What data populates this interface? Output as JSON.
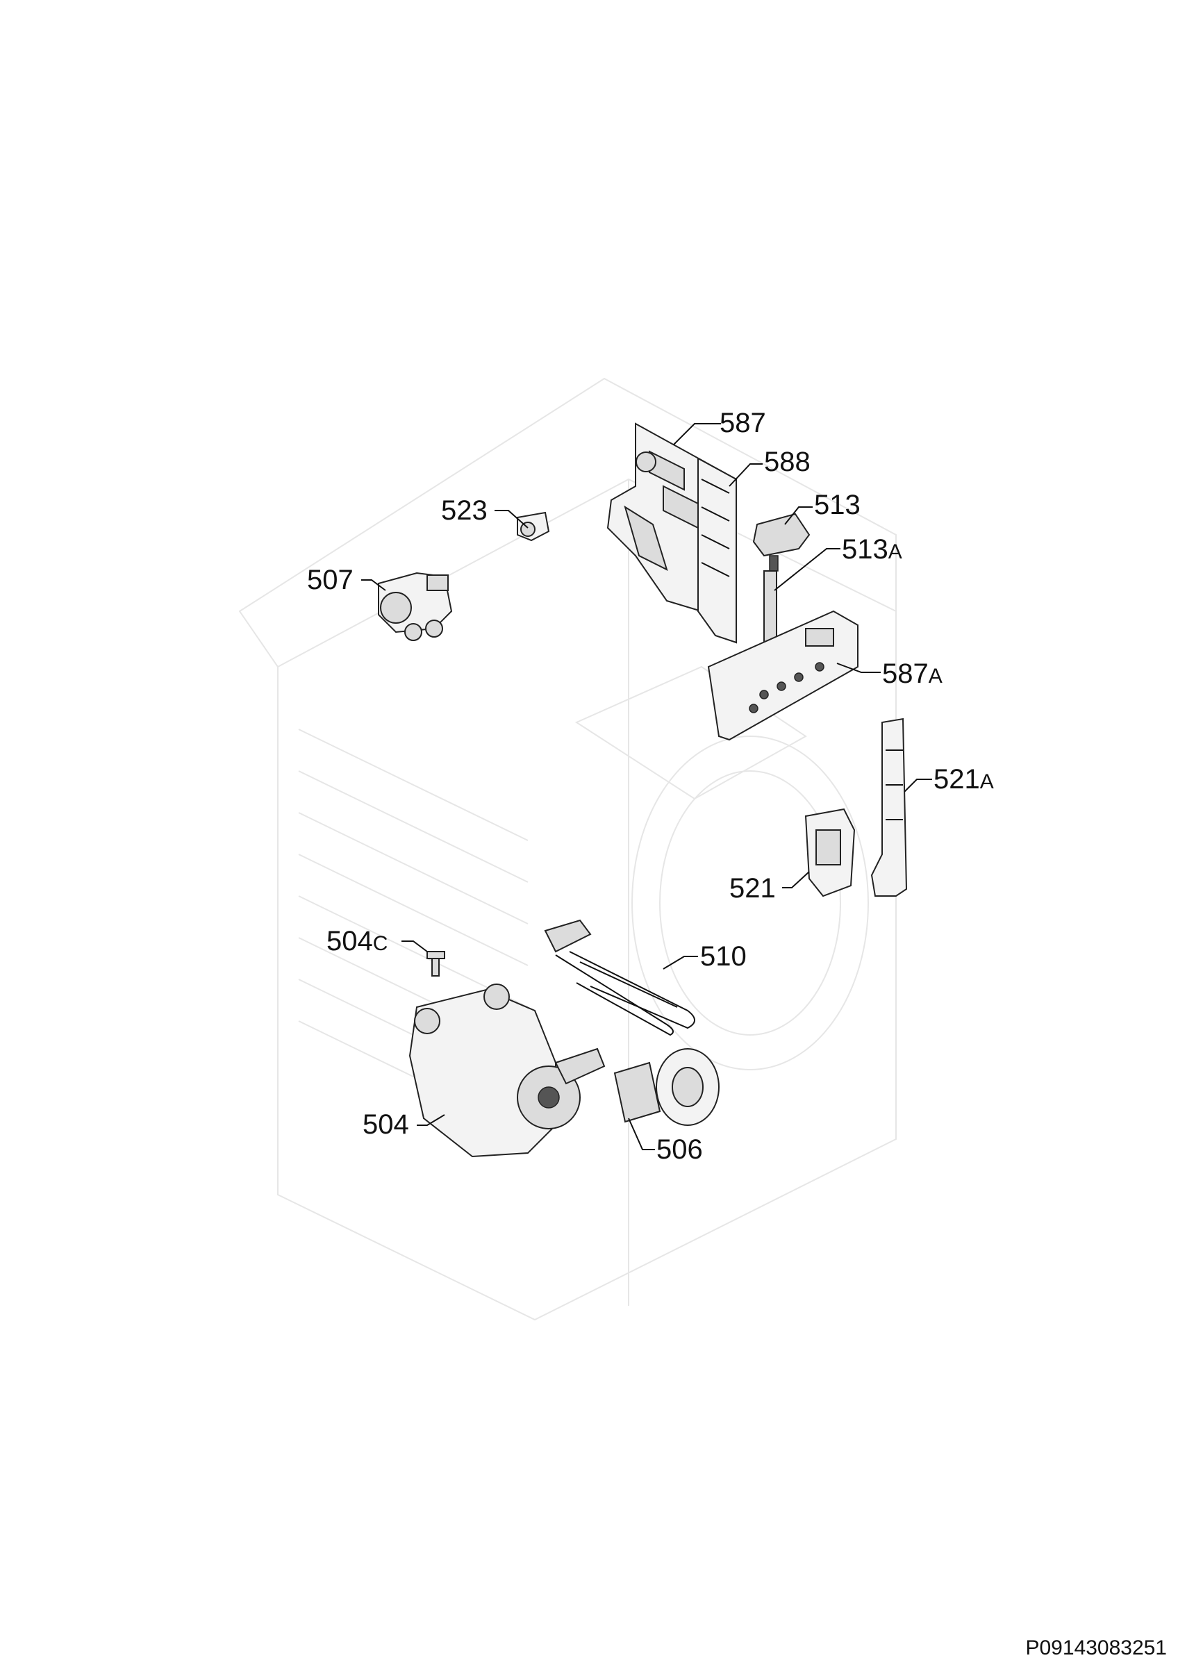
{
  "document_id": "P09143083251",
  "callouts": [
    {
      "id": "587",
      "base": "587",
      "suffix": ""
    },
    {
      "id": "588",
      "base": "588",
      "suffix": ""
    },
    {
      "id": "513",
      "base": "513",
      "suffix": ""
    },
    {
      "id": "513A",
      "base": "513",
      "suffix": "A"
    },
    {
      "id": "523",
      "base": "523",
      "suffix": ""
    },
    {
      "id": "507",
      "base": "507",
      "suffix": ""
    },
    {
      "id": "587A",
      "base": "587",
      "suffix": "A"
    },
    {
      "id": "521A",
      "base": "521",
      "suffix": "A"
    },
    {
      "id": "521",
      "base": "521",
      "suffix": ""
    },
    {
      "id": "504C",
      "base": "504",
      "suffix": "C"
    },
    {
      "id": "510",
      "base": "510",
      "suffix": ""
    },
    {
      "id": "504",
      "base": "504",
      "suffix": ""
    },
    {
      "id": "506",
      "base": "506",
      "suffix": ""
    }
  ]
}
